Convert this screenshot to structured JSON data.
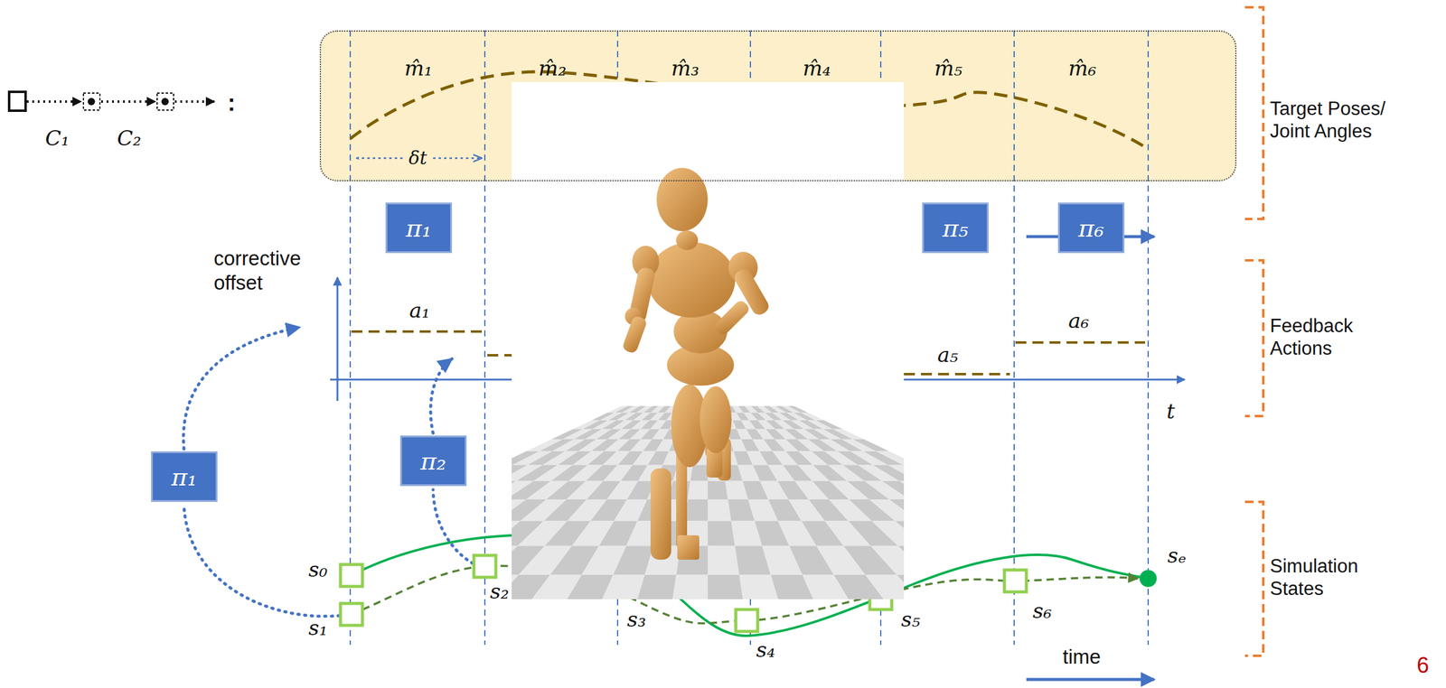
{
  "diagram": {
    "nodes": [
      {
        "text": [
          "m̂₁",
          "m̂₂",
          "m̂₃",
          "m̂₄",
          "m̂₅",
          "m̂₆"
        ]
      },
      {
        "text": [
          "π₁"
        ]
      },
      {
        "text": [
          "π₅"
        ]
      },
      {
        "text": [
          "π₆"
        ]
      },
      {
        "text": [
          "π₁"
        ]
      },
      {
        "text": [
          "π₂"
        ]
      }
    ],
    "labels": [
      "C₁",
      "C₂",
      ":",
      "δt",
      "corrective offset",
      "a₁",
      "a₅",
      "a₆",
      "t",
      "s₀",
      "s₁",
      "s₂",
      "s₃",
      "s₄",
      "s₅",
      "s₆",
      "sₑ",
      "time",
      "Target Poses/ Joint Angles",
      "Feedback Actions",
      "Simulation States",
      "6"
    ]
  }
}
